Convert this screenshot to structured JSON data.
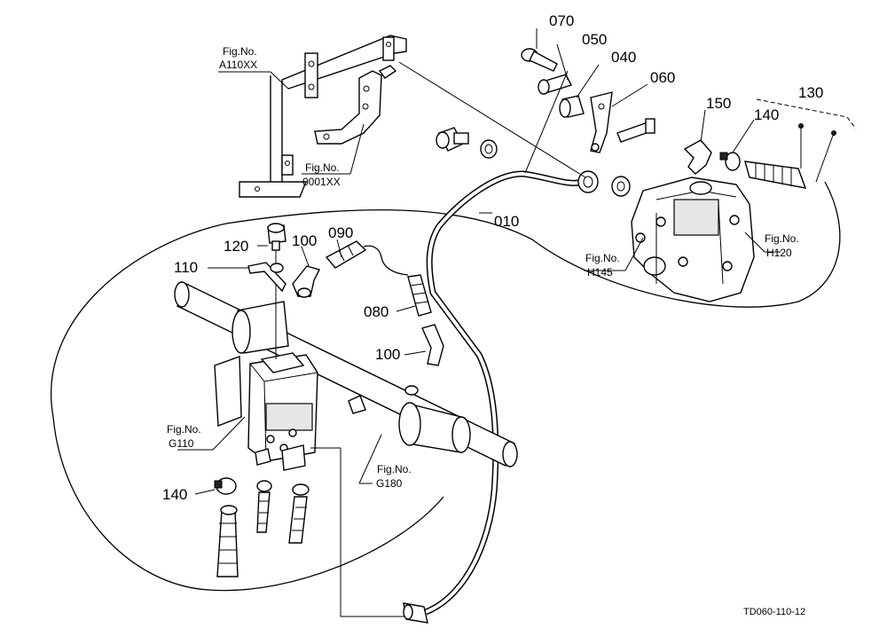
{
  "part_numbers": {
    "p070": "070",
    "p050": "050",
    "p040": "040",
    "p060": "060",
    "p130": "130",
    "p150": "150",
    "p140a": "140",
    "p010": "010",
    "p120": "120",
    "p100a": "100",
    "p090": "090",
    "p110": "110",
    "p080": "080",
    "p100b": "100",
    "p140b": "140"
  },
  "figure_refs": {
    "a110": {
      "line1": "Fig.No.",
      "line2": "A110XX"
    },
    "f0001": {
      "line1": "Fig.No.",
      "line2": "0001XX"
    },
    "h120": {
      "line1": "Fig.No.",
      "line2": "H120"
    },
    "h145": {
      "line1": "Fig.No.",
      "line2": "H145"
    },
    "g110": {
      "line1": "Fig.No.",
      "line2": "G110"
    },
    "g180": {
      "line1": "Fig.No.",
      "line2": "G180"
    }
  },
  "drawing_code": "TD060-110-12"
}
